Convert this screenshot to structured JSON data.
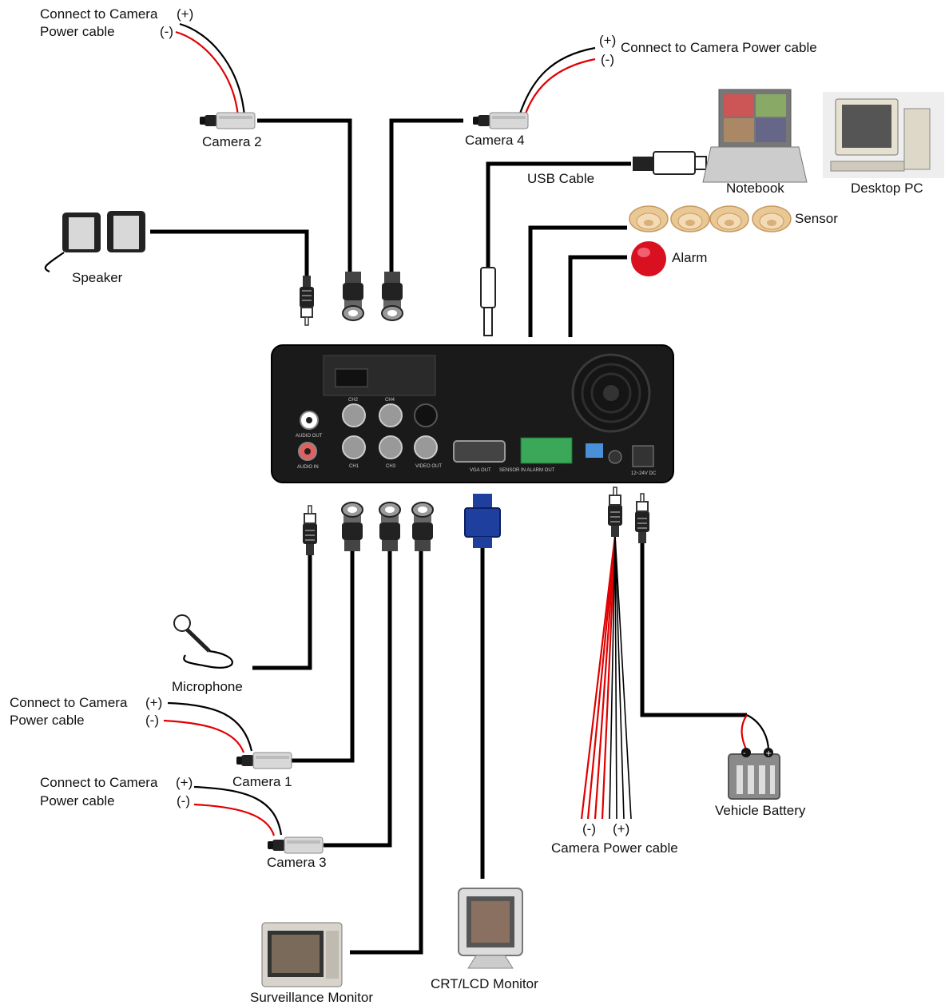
{
  "labels": {
    "camera2_connect": "Connect to Camera",
    "camera2_power": "Power cable",
    "camera2_plus": "(+)",
    "camera2_minus": "(-)",
    "camera2": "Camera 2",
    "camera4_plus": "(+)",
    "camera4_connect": "Connect to Camera Power cable",
    "camera4_minus": "(-)",
    "camera4": "Camera 4",
    "usb_cable": "USB Cable",
    "notebook": "Notebook",
    "desktop_pc": "Desktop PC",
    "sensor": "Sensor",
    "alarm": "Alarm",
    "speaker": "Speaker",
    "microphone": "Microphone",
    "camera1_connect": "Connect to Camera",
    "camera1_power": "Power cable",
    "camera1_plus": "(+)",
    "camera1_minus": "(-)",
    "camera1": "Camera 1",
    "camera3_connect": "Connect to Camera",
    "camera3_power": "Power cable",
    "camera3_plus": "(+)",
    "camera3_minus": "(-)",
    "camera3": "Camera 3",
    "power_minus": "(-)",
    "power_plus": "(+)",
    "camera_power_cable": "Camera Power cable",
    "vehicle_battery": "Vehicle Battery",
    "surveillance_monitor": "Surveillance Monitor",
    "crt_lcd_monitor": "CRT/LCD Monitor"
  },
  "dvr_panel": {
    "ch2": "CH2",
    "ch4": "CH4",
    "ch1": "CH1",
    "ch3": "CH3",
    "video_out": "VIDEO OUT",
    "audio_out": "AUDIO OUT",
    "audio_in": "AUDIO IN",
    "vga_out": "VGA OUT",
    "sensor_in_alarm_out": "SENSOR IN ALARM OUT",
    "dc_in": "12~24V DC"
  },
  "colors": {
    "wire": "#000000",
    "positive": "#000000",
    "negative": "#e00000",
    "dvr_body": "#1a1a1a",
    "vga_connector": "#1f3f9f",
    "terminal_block": "#3aa858",
    "sensor": "#e8c89a",
    "alarm": "#d81020"
  },
  "icons": {
    "camera": "cctv-camera-icon",
    "speaker": "speaker-icon",
    "microphone": "microphone-icon",
    "notebook": "laptop-icon",
    "desktop": "desktop-pc-icon",
    "sensor": "smoke-sensor-icon",
    "alarm": "alarm-light-icon",
    "battery": "battery-icon",
    "monitor": "monitor-icon"
  }
}
